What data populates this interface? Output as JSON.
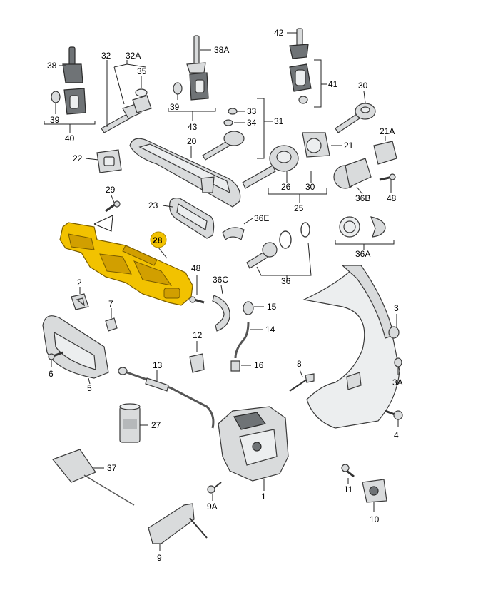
{
  "highlight_color": "#f2c200",
  "labels": {
    "l38": "38",
    "l32": "32",
    "l32A": "32A",
    "l35": "35",
    "l39a": "39",
    "l40": "40",
    "l38A": "38A",
    "l39b": "39",
    "l43": "43",
    "l42": "42",
    "l41": "41",
    "l30a": "30",
    "l33": "33",
    "l34": "34",
    "l31": "31",
    "l22": "22",
    "l20": "20",
    "l21A": "21A",
    "l21": "21",
    "l26": "26",
    "l30b": "30",
    "l25": "25",
    "l36B": "36B",
    "l48a": "48",
    "l29": "29",
    "l23": "23",
    "l36E": "36E",
    "l28": "28",
    "l36A": "36A",
    "l48b": "48",
    "l36C": "36C",
    "l36": "36",
    "l2": "2",
    "l7": "7",
    "l15": "15",
    "l3": "3",
    "l14": "14",
    "l12": "12",
    "l6": "6",
    "l5": "5",
    "l13": "13",
    "l16": "16",
    "l8": "8",
    "l3A": "3A",
    "l27": "27",
    "l4": "4",
    "l37": "37",
    "l11": "11",
    "l9A": "9A",
    "l1": "1",
    "l10": "10",
    "l9": "9"
  }
}
